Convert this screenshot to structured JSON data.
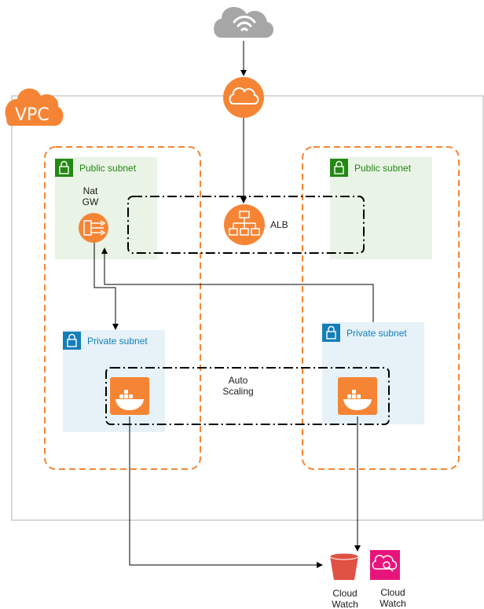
{
  "vpc": {
    "label": "VPC"
  },
  "subnets": {
    "public_left": "Public subnet",
    "public_right": "Public subnet",
    "private_left": "Private subnet",
    "private_right": "Private subnet"
  },
  "nodes": {
    "nat_line1": "Nat",
    "nat_line2": "GW",
    "alb": "ALB",
    "asg_line1": "Auto",
    "asg_line2": "Scaling",
    "s3_line1": "Cloud",
    "s3_line2": "Watch",
    "cw_line1": "Cloud",
    "cw_line2": "Watch"
  },
  "colors": {
    "aws_orange": "#F58534",
    "vpc_border": "#B3B3B3",
    "public_fill": "#E9F3E6",
    "public_green": "#248814",
    "private_fill": "#E6F2F8",
    "private_blue": "#147EBA",
    "bucket_red": "#E05243",
    "cloudwatch_pink": "#E7157B",
    "cloud_grey": "#A6A6A6"
  },
  "icons": {
    "internet": "internet-cloud-icon",
    "gateway": "cloud-gateway-icon",
    "nat": "nat-gateway-icon",
    "alb": "load-balancer-icon",
    "container": "docker-container-icon",
    "bucket": "s3-bucket-icon",
    "cloudwatch": "cloudwatch-icon",
    "lock": "lock-icon"
  }
}
